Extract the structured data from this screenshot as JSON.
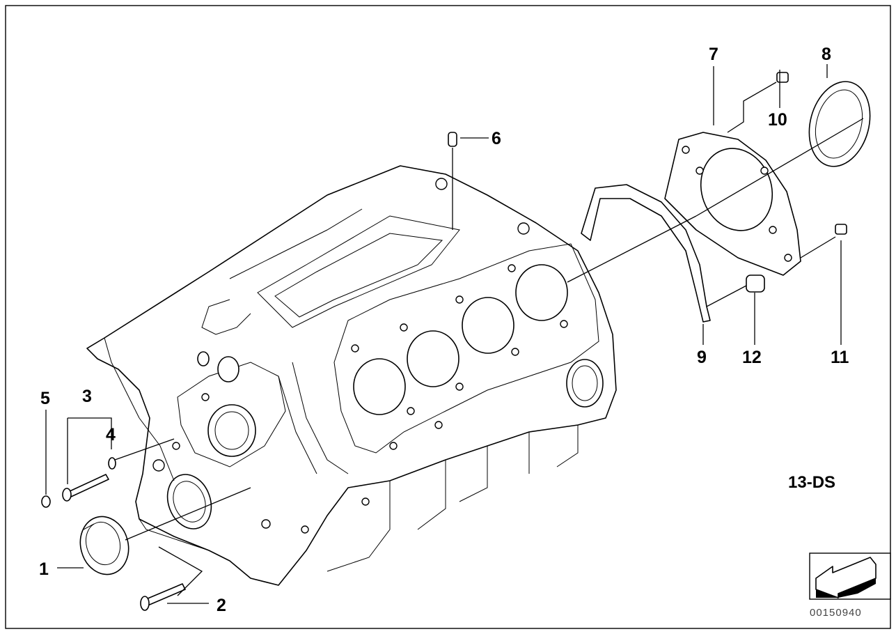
{
  "diagram": {
    "group_code": "13-DS",
    "document_number": "00150940",
    "callouts": [
      {
        "id": "1",
        "label": "1"
      },
      {
        "id": "2",
        "label": "2"
      },
      {
        "id": "3",
        "label": "3"
      },
      {
        "id": "4",
        "label": "4"
      },
      {
        "id": "5",
        "label": "5"
      },
      {
        "id": "6",
        "label": "6"
      },
      {
        "id": "7",
        "label": "7"
      },
      {
        "id": "8",
        "label": "8"
      },
      {
        "id": "9",
        "label": "9"
      },
      {
        "id": "10",
        "label": "10"
      },
      {
        "id": "11",
        "label": "11"
      },
      {
        "id": "12",
        "label": "12"
      }
    ],
    "icons": {
      "engine_block": "engine-block-icon",
      "direction_arrow": "direction-arrow-icon"
    }
  }
}
